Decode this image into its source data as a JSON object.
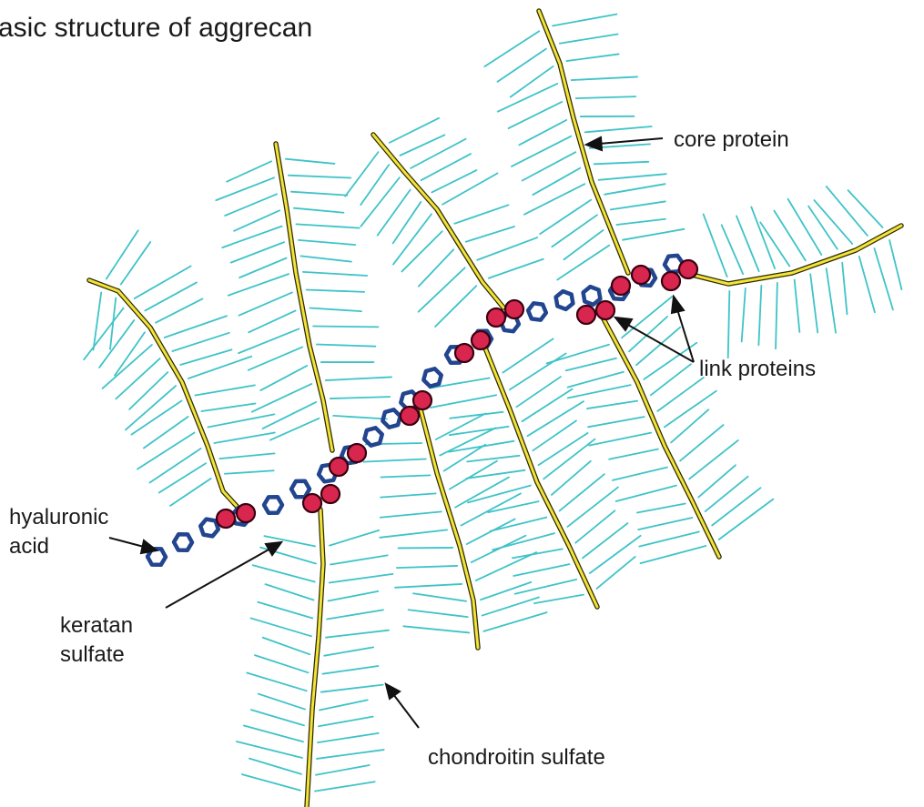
{
  "title": "asic structure of aggrecan",
  "labels": {
    "core_protein": "core protein",
    "link_proteins": "link proteins",
    "hyaluronic_line1": "hyaluronic",
    "hyaluronic_line2": "acid",
    "keratan_line1": "keratan",
    "keratan_line2": "sulfate",
    "chondroitin": "chondroitin sulfate"
  },
  "colors": {
    "core_protein": "#f2e23a",
    "core_protein_outline": "#2b2b00",
    "glycosaminoglycan": "#3fc3c8",
    "hyaluronic_acid": "#22458f",
    "link_protein_fill": "#d9264f",
    "link_protein_outline": "#3a0010",
    "text": "#1a1a1a"
  }
}
